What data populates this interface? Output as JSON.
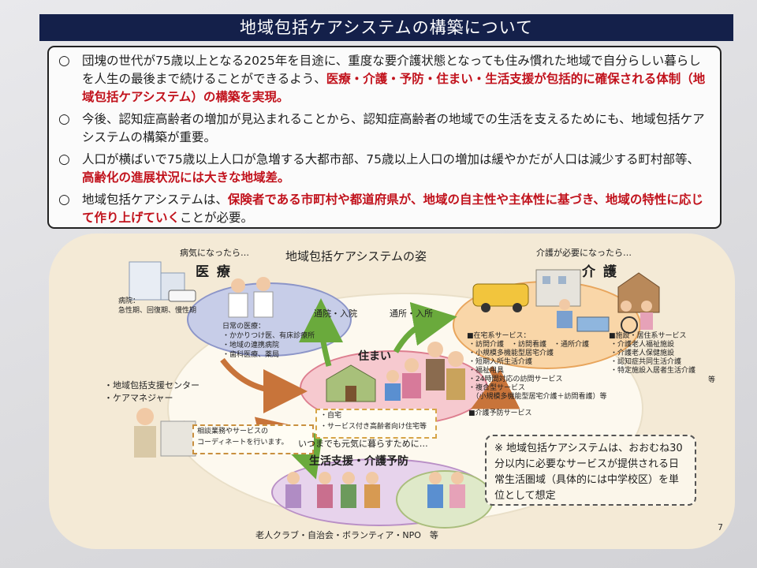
{
  "title": "地域包括ケアシステムの構築について",
  "bullet_mark": "○",
  "bullets": [
    {
      "normal": "団塊の世代が75歳以上となる2025年を目途に、重度な要介護状態となっても住み慣れた地域で自分らしい暮らしを人生の最後まで続けることができるよう、",
      "red": "医療・介護・予防・住まい・生活支援が包括的に確保される体制（地域包括ケアシステム）の構築を実現。",
      "tail": ""
    },
    {
      "normal": "今後、認知症高齢者の増加が見込まれることから、認知症高齢者の地域での生活を支えるためにも、地域包括ケアシステムの構築が重要。",
      "red": "",
      "tail": ""
    },
    {
      "normal": "人口が横ばいで75歳以上人口が急増する大都市部、75歳以上人口の増加は緩やかだが人口は減少する町村部等、",
      "red": "高齢化の進展状況には大きな地域差。",
      "tail": ""
    },
    {
      "normal": "地域包括ケアシステムは、",
      "red": "保険者である市町村や都道府県が、地域の自主性や主体性に基づき、地域の特性に応じて作り上げていく",
      "tail": "ことが必要。"
    }
  ],
  "diagram": {
    "title": "地域包括ケアシステムの姿",
    "medical": {
      "caption": "病気になったら…",
      "label": "医 療",
      "hospital_title": "病院：",
      "hospital_types": "急性期、回復期、慢性期",
      "daily_title": "日常の医療：",
      "daily_items": [
        "・かかりつけ医、有床診療所",
        "・地域の連携病院",
        "・歯科医療、薬局"
      ]
    },
    "care": {
      "caption": "介護が必要になったら…",
      "label": "介 護",
      "home_services_title": "■在宅系サービス：",
      "home_services": [
        "・訪問介護　・訪問看護　・通所介護",
        "・小規模多機能型居宅介護",
        "・短期入所生活介護",
        "・福祉用具",
        "・24時間対応の訪問サービス",
        "・複合型サービス",
        "　（小規模多機能型居宅介護＋訪問看護）等"
      ],
      "prevention": "■介護予防サービス",
      "facility_title": "■施設・居住系サービス",
      "facility_items": [
        "・介護老人福祉施設",
        "・介護老人保健施設",
        "・認知症共同生活介護",
        "・特定施設入居者生活介護"
      ],
      "facility_etc": "等"
    },
    "home": {
      "label": "住まい",
      "items": [
        "・自宅",
        "・サービス付き高齢者向け住宅等"
      ]
    },
    "arrows": {
      "hospital": "通院・入院",
      "daycare": "通所・入所"
    },
    "support_center": [
      "・地域包括支援センター",
      "・ケアマネジャー"
    ],
    "coordinate": [
      "相談業務やサービスの",
      "コーディネートを行います。"
    ],
    "life": {
      "caption": "いつまでも元気に暮らすために…",
      "label": "生活支援・介護予防"
    },
    "groups": "老人クラブ・自治会・ボランティア・NPO　等",
    "note": "※ 地域包括ケアシステムは、おおむね30分以内に必要なサービスが提供される日常生活圏域（具体的には中学校区）を単位として想定"
  },
  "page_number": "7",
  "colors": {
    "title_bg": "#14204a",
    "emphasis": "#c1121c",
    "medical": "#c7cde8",
    "care": "#f9d6a8",
    "home": "#f6c9cf",
    "life": "#e7d3ec"
  }
}
